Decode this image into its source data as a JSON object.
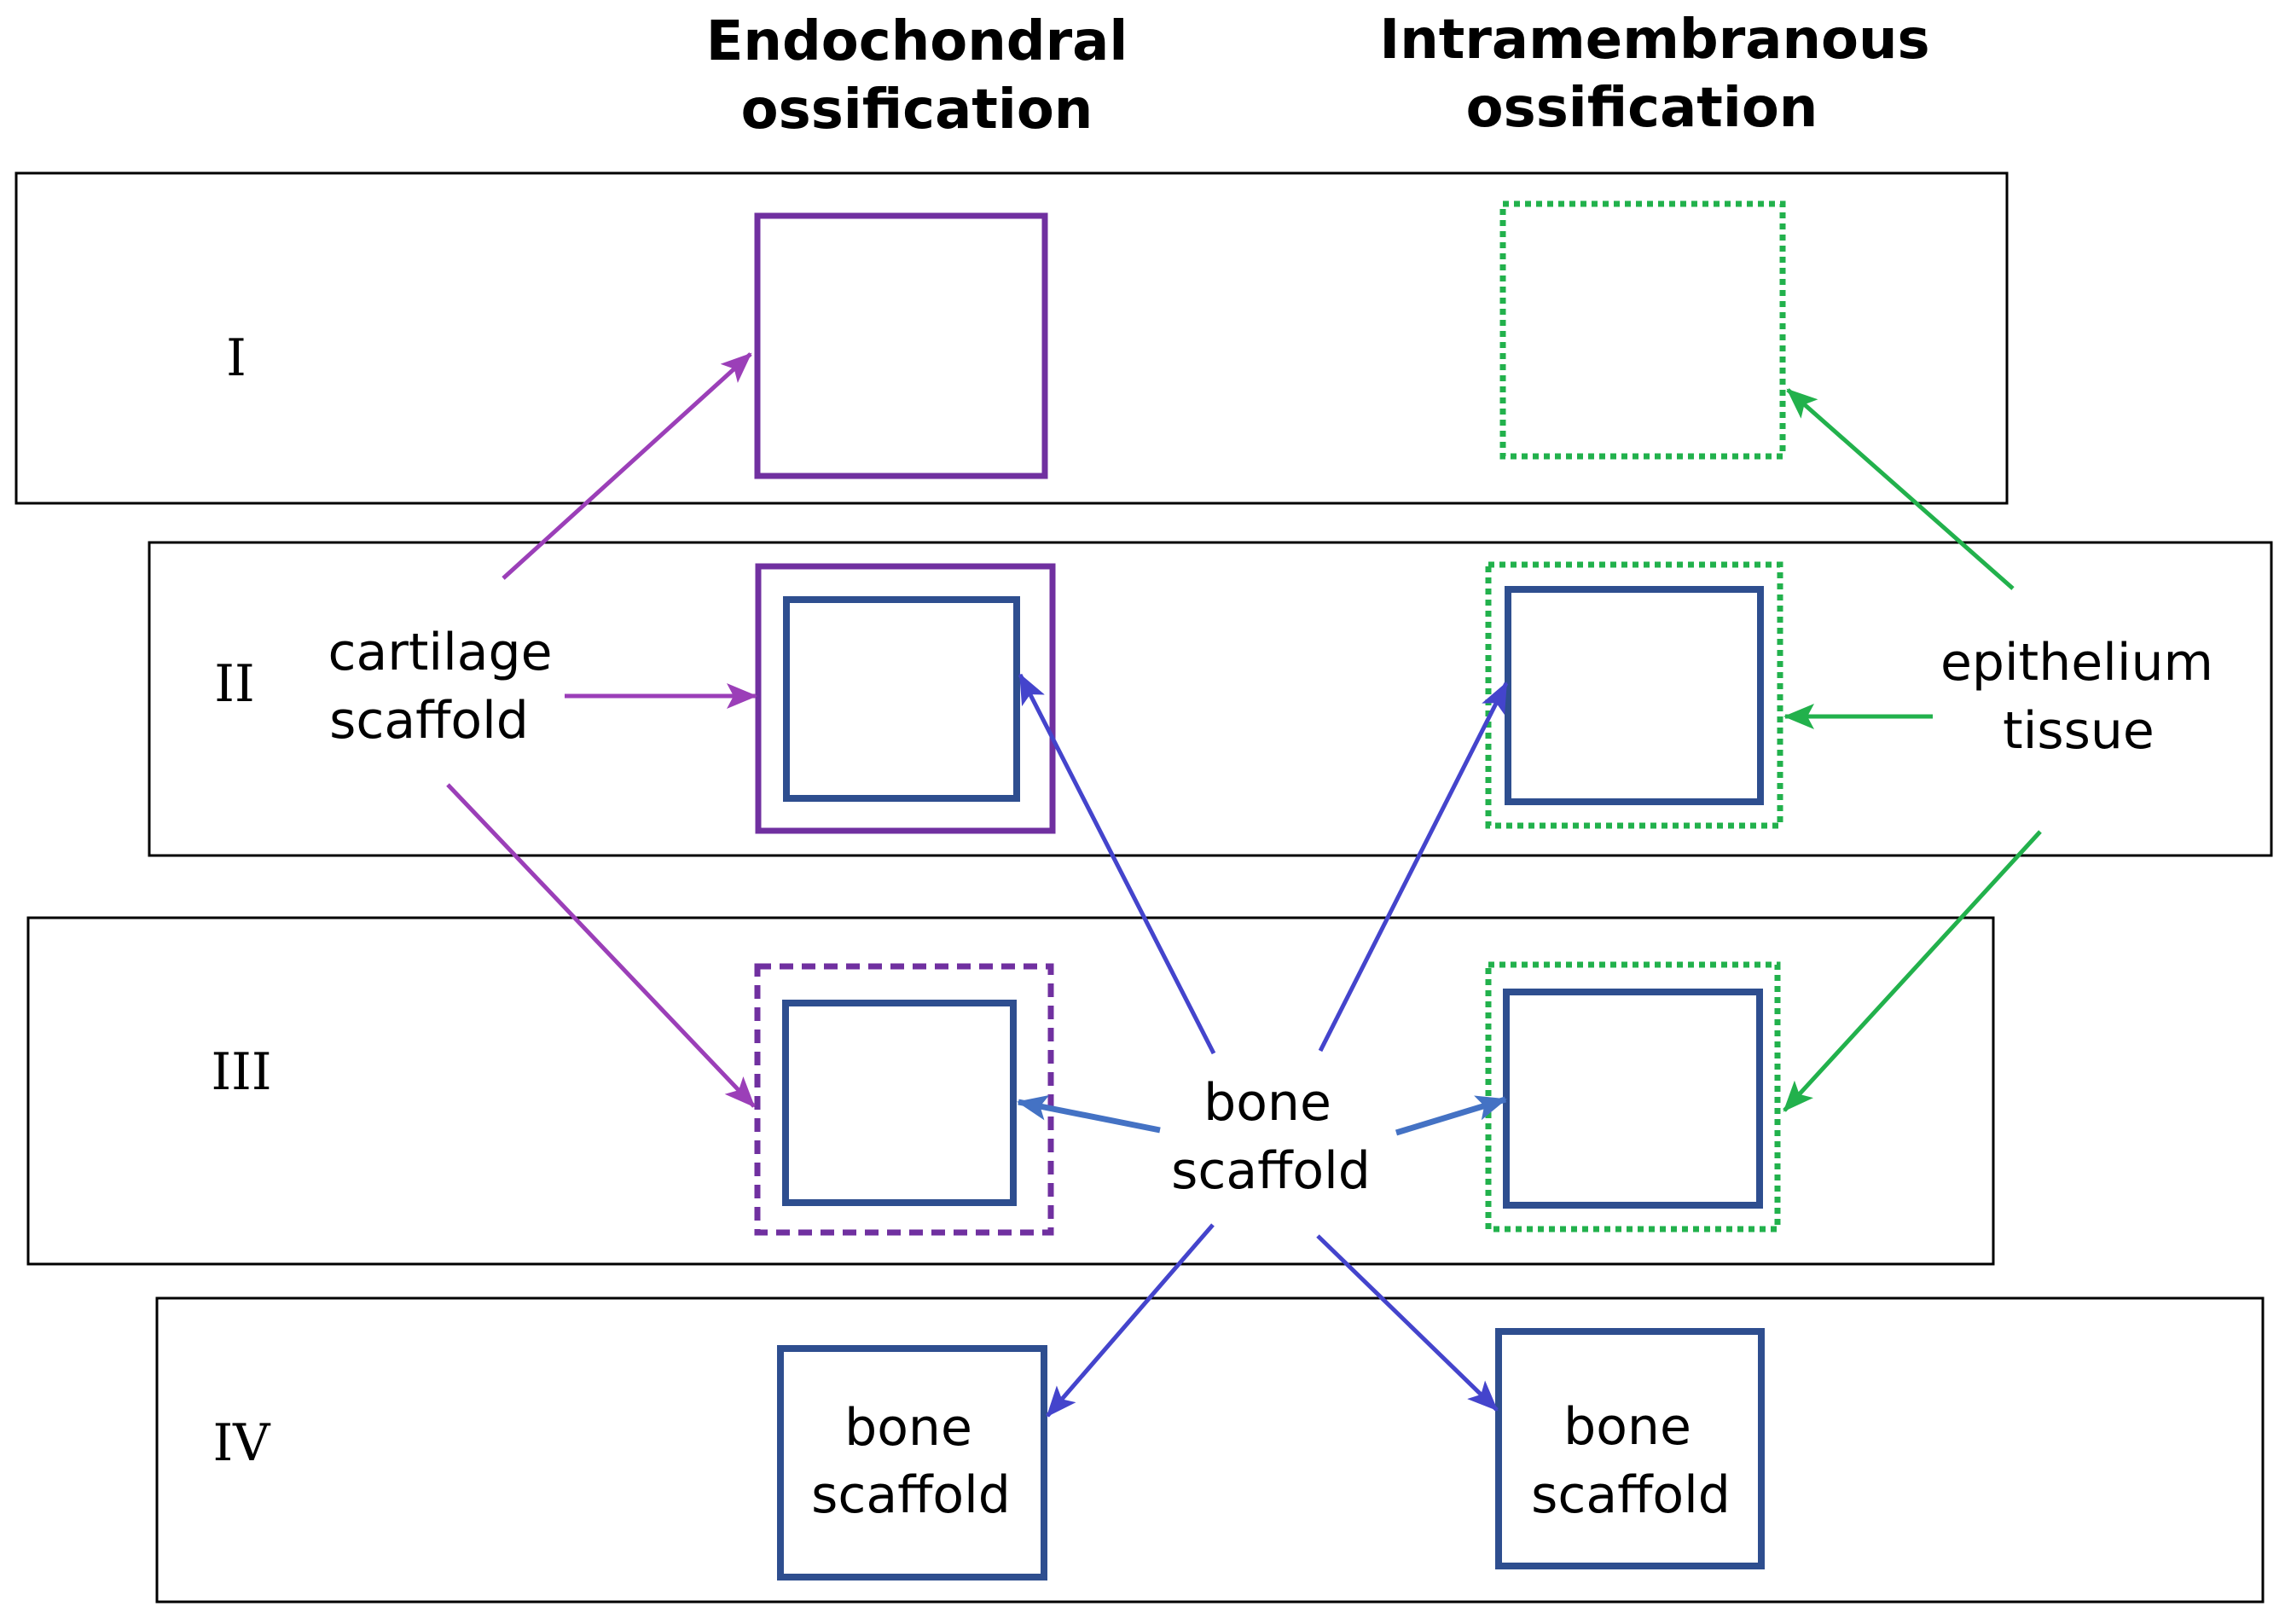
{
  "headers": {
    "endochondral": {
      "line1": "Endochondral",
      "line2": "ossification"
    },
    "intramembranous": {
      "line1": "Intramembranous",
      "line2": "ossification"
    }
  },
  "stages": [
    "I",
    "II",
    "III",
    "IV"
  ],
  "labels": {
    "cartilage": {
      "line1": "cartilage",
      "line2": "scaffold"
    },
    "epithelium": {
      "line1": "epithelium",
      "line2": "tissue"
    },
    "bone_center": {
      "line1": "bone",
      "line2": "scaffold"
    },
    "bone_box": {
      "line1": "bone",
      "line2": "scaffold"
    }
  },
  "colors": {
    "cartilage": "#7030A0",
    "cartilage_arrow": "#9B3FB8",
    "epithelium": "#22B14C",
    "bone_box": "#2E4E8F",
    "bone_arrow": "#4444CC",
    "bone_arrow_light": "#4472C4",
    "frame": "#000000"
  }
}
